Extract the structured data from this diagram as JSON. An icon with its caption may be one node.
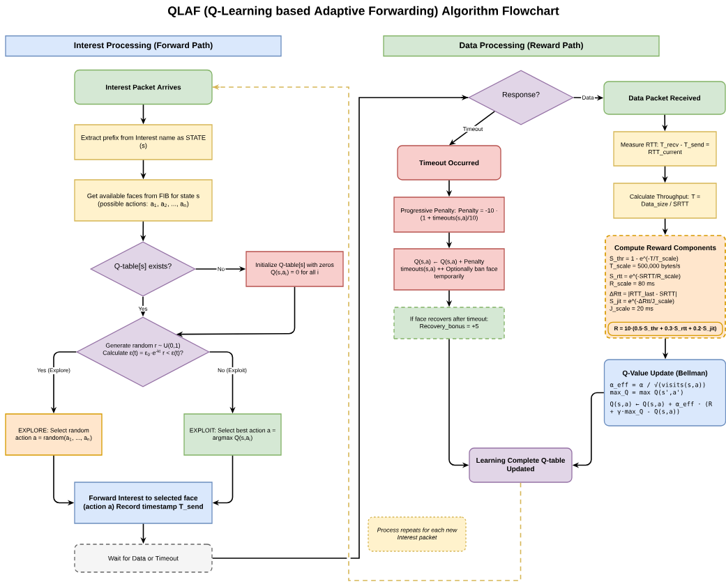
{
  "diagram": {
    "title": "QLAF (Q-Learning based Adaptive Forwarding) Algorithm Flowchart",
    "nodes": [
      {
        "text": [
          "Interest Processing (Forward Path)"
        ]
      },
      {
        "text": [
          "Data Processing (Reward Path)"
        ]
      },
      {
        "text": [
          "Interest Packet Arrives"
        ]
      },
      {
        "text": [
          "Extract prefix from Interest name as STATE (s)"
        ]
      },
      {
        "text": [
          "Get available faces from FIB for state s (possible actions: a$_{1}$, a$_{2}$, ..., a$_{n}$)"
        ]
      },
      {
        "text": [
          "Q-table[s] exists?"
        ]
      },
      {
        "text": [
          "Initialize Q-table[s] with zeros Q(s,a$_{i}$) = 0 for all i"
        ]
      },
      {
        "text": [
          "Generate random r ~ U(0,1) Calculate ε(t) = ε$_{0}$·e$^{-kt}$ r < ε(t)?"
        ]
      },
      {
        "text": [
          "EXPLORE: Select random action a = random(a$_{1}$, ..., a$_{n}$)"
        ]
      },
      {
        "text": [
          "EXPLOIT: Select best action a = argmax Q(s,a$_{i}$)"
        ]
      },
      {
        "text": [
          "Forward Interest to selected face (action a) Record timestamp T_send"
        ]
      },
      {
        "text": [
          "Wait for Data or Timeout"
        ]
      },
      {
        "text": [
          "Process repeats for each new Interest packet"
        ]
      },
      {
        "text": [
          "Response?"
        ]
      },
      {
        "text": [
          "Timeout Occurred"
        ]
      },
      {
        "text": [
          "Progressive Penalty: Penalty = -10 · (1 + timeouts(s,a)/10)"
        ]
      },
      {
        "text": [
          "Q(s,a) ← Q(s,a) + Penalty timeouts(s,a) ++ Optionally ban face temporarily"
        ]
      },
      {
        "text": [
          "If face recovers after timeout: Recovery_bonus = +5"
        ]
      },
      {
        "text": [
          "Data Packet Received"
        ]
      },
      {
        "text": [
          "Measure RTT: T_recv - T_send = RTT_current"
        ]
      },
      {
        "text": [
          "Calculate Throughput: T = Data_size / SRTT"
        ]
      },
      {
        "text": [
          "Compute Reward Components",
          "S_thr = 1 - e^(-T/T_scale) T_scale = 500,000 bytes/s",
          "S_rtt = e^(-SRTT/R_scale) R_scale = 80 ms",
          "ΔRtt = |RTT_last - SRTT| S_jit = e^(-ΔRtt/J_scale) J_scale = 20 ms"
        ]
      },
      {
        "text": [
          "R = 10·(0.5·S_thr + 0.3·S_rtt + 0.2·S_jit)"
        ],
        "in": 21
      },
      {
        "text": [
          "Q-Value Update (Bellman)",
          "α_eff = α / √(visits(s,a)) max_Q = max Q(s',a')",
          "Q(s,a) ← Q(s,a) + α_eff · (R + γ·max_Q - Q(s,a))"
        ]
      },
      {
        "text": [
          "Learning Complete Q-table Updated"
        ]
      }
    ],
    "edges": [
      {
        "from": 2,
        "to": 3,
        "arrow": "to"
      },
      {
        "from": 3,
        "to": 4,
        "arrow": "to"
      },
      {
        "from": 4,
        "to": 5,
        "arrow": "to"
      },
      {
        "from": 5,
        "to": 6,
        "arrow": "to",
        "label": "No"
      },
      {
        "from": 5,
        "to": 7,
        "arrow": "to",
        "label": "Yes"
      },
      {
        "from": 6,
        "to": 7,
        "arrow": "to"
      },
      {
        "from": 7,
        "to": 8,
        "arrow": "to",
        "label": "Yes (Explore)"
      },
      {
        "from": 7,
        "to": 9,
        "arrow": "to",
        "label": "No (Exploit)"
      },
      {
        "from": 8,
        "to": 10,
        "arrow": "to"
      },
      {
        "from": 9,
        "to": 10,
        "arrow": "to"
      },
      {
        "from": 10,
        "to": 11,
        "arrow": "to"
      },
      {
        "from": 11,
        "to": 13,
        "arrow": "to"
      },
      {
        "from": 13,
        "to": 18,
        "arrow": "to",
        "label": "Data"
      },
      {
        "from": 13,
        "to": 14,
        "arrow": "to",
        "label": "Timeout"
      },
      {
        "from": 14,
        "to": 15,
        "arrow": "to"
      },
      {
        "from": 15,
        "to": 16,
        "arrow": "to"
      },
      {
        "from": 16,
        "to": 17,
        "arrow": "to"
      },
      {
        "from": 17,
        "to": 24,
        "arrow": "to"
      },
      {
        "from": 18,
        "to": 19,
        "arrow": "to"
      },
      {
        "from": 19,
        "to": 20,
        "arrow": "to"
      },
      {
        "from": 20,
        "to": 21,
        "arrow": "to"
      },
      {
        "from": 21,
        "to": 23,
        "arrow": "to"
      },
      {
        "from": 23,
        "to": 24,
        "arrow": "to"
      },
      {
        "from": 24,
        "to": 2,
        "arrow": "to",
        "style": "dashed",
        "color": "#d6b656"
      }
    ]
  }
}
